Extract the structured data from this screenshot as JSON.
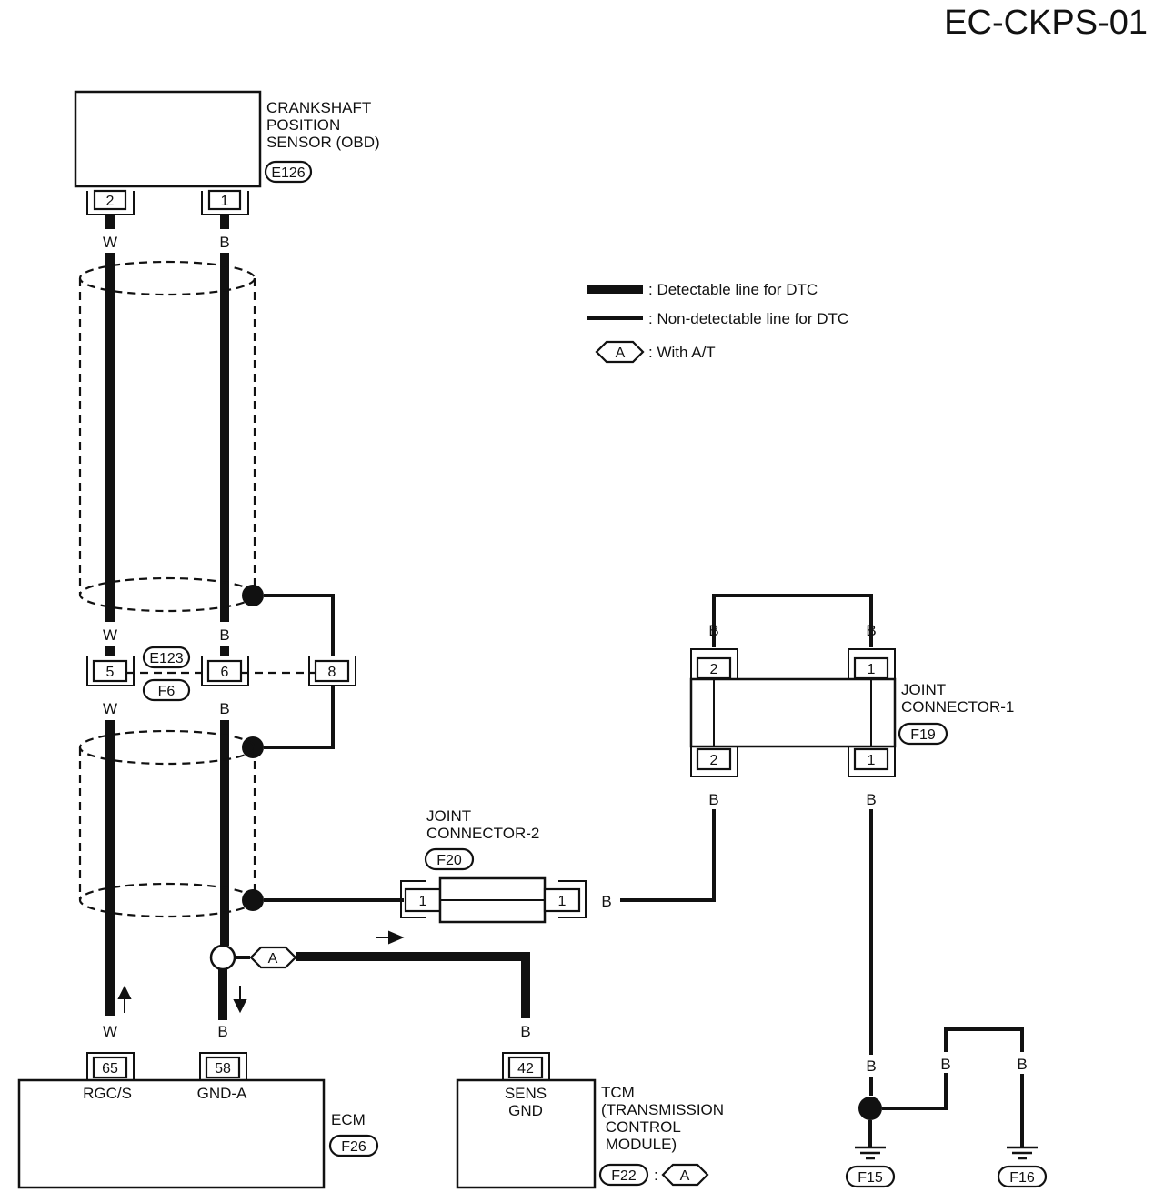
{
  "page_id": "EC-CKPS-01",
  "sensor": {
    "name_lines": [
      "CRANKSHAFT",
      "POSITION",
      "SENSOR (OBD)"
    ],
    "connector": "E126",
    "pins": [
      "2",
      "1"
    ],
    "wire_colors": [
      "W",
      "B"
    ]
  },
  "legend": {
    "detectable": ": Detectable line for DTC",
    "non_detectable": ": Non-detectable line for DTC",
    "option_tag": "A",
    "option_text": ": With A/T"
  },
  "harness_connector": {
    "codes": [
      "E123",
      "F6"
    ],
    "pins": [
      "5",
      "6",
      "8"
    ],
    "upper_colors": [
      "W",
      "B"
    ],
    "lower_colors": [
      "W",
      "B"
    ]
  },
  "joint_connector_1": {
    "name_lines": [
      "JOINT",
      "CONNECTOR-1"
    ],
    "connector": "F19",
    "top_pins": [
      "2",
      "1"
    ],
    "bottom_pins": [
      "2",
      "1"
    ],
    "wire_colors": [
      "B",
      "B",
      "B",
      "B"
    ]
  },
  "joint_connector_2": {
    "name_lines": [
      "JOINT",
      "CONNECTOR-2"
    ],
    "connector": "F20",
    "pins": [
      "1",
      "1"
    ],
    "wire_color": "B"
  },
  "option_marker": "A",
  "ecm": {
    "name": "ECM",
    "connector": "F26",
    "pins": [
      "65",
      "58"
    ],
    "terminals": [
      "RGC/S",
      "GND-A"
    ],
    "wire_colors": [
      "W",
      "B"
    ]
  },
  "tcm": {
    "name_lines": [
      "TCM",
      "(TRANSMISSION",
      " CONTROL",
      " MODULE)"
    ],
    "connector": "F22",
    "option": "A",
    "option_sep": ":",
    "pin": "42",
    "terminal_lines": [
      "SENS",
      "GND"
    ],
    "wire_color": "B"
  },
  "ground": {
    "wire_colors": [
      "B",
      "B",
      "B"
    ],
    "points": [
      "F15",
      "F16"
    ]
  },
  "colors": {
    "line": "#111111",
    "background": "#ffffff"
  }
}
